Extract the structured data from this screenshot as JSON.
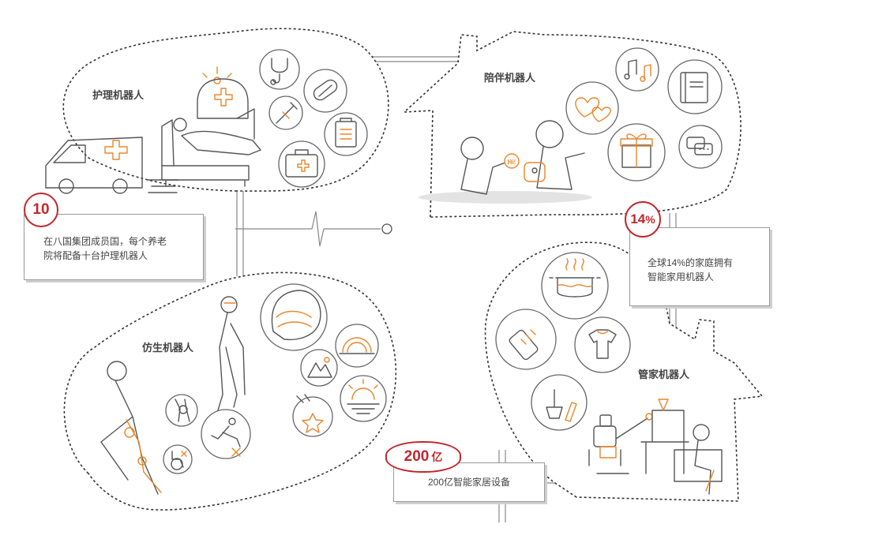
{
  "sections": {
    "nursing": {
      "title": "护理机器人"
    },
    "companion": {
      "title": "陪伴机器人"
    },
    "bionic": {
      "title": "仿生机器人"
    },
    "housekeeper": {
      "title": "管家机器人"
    }
  },
  "stats": [
    {
      "value": "10",
      "unit": "",
      "lines": [
        "在八国集团成员国，每个养老",
        "院将配备十台护理机器人"
      ]
    },
    {
      "value": "14",
      "unit": "%",
      "lines": [
        "全球14%的家庭拥有",
        "智能家用机器人"
      ]
    },
    {
      "value": "200",
      "unit": "亿",
      "lines": [
        "200亿智能家居设备"
      ]
    }
  ],
  "speech_text": "Hi!",
  "colors": {
    "accent": "#e8862a",
    "badge": "#c2272d",
    "line": "#555555"
  },
  "icons": {
    "nursing": [
      "sun-icon",
      "medical-dome-icon",
      "stethoscope-icon",
      "pill-icon",
      "syringe-icon",
      "clipboard-icon",
      "first-aid-kit-icon",
      "ambulance-icon",
      "patient-bed-icon"
    ],
    "companion": [
      "music-notes-icon",
      "book-icon",
      "hearts-icon",
      "gift-icon",
      "chat-icon",
      "robot-toy-icon"
    ],
    "bionic": [
      "exoskeleton-icon",
      "rainbow-icon",
      "mountain-icon",
      "sunset-icon",
      "knee-joint-icon",
      "fall-icon",
      "wheelchair-icon",
      "crashing-star-icon"
    ],
    "housekeeper": [
      "cooking-pot-icon",
      "baby-bottle-icon",
      "tshirt-icon",
      "dustpan-icon",
      "house-robot-icon",
      "desk-lamp-icon"
    ]
  }
}
